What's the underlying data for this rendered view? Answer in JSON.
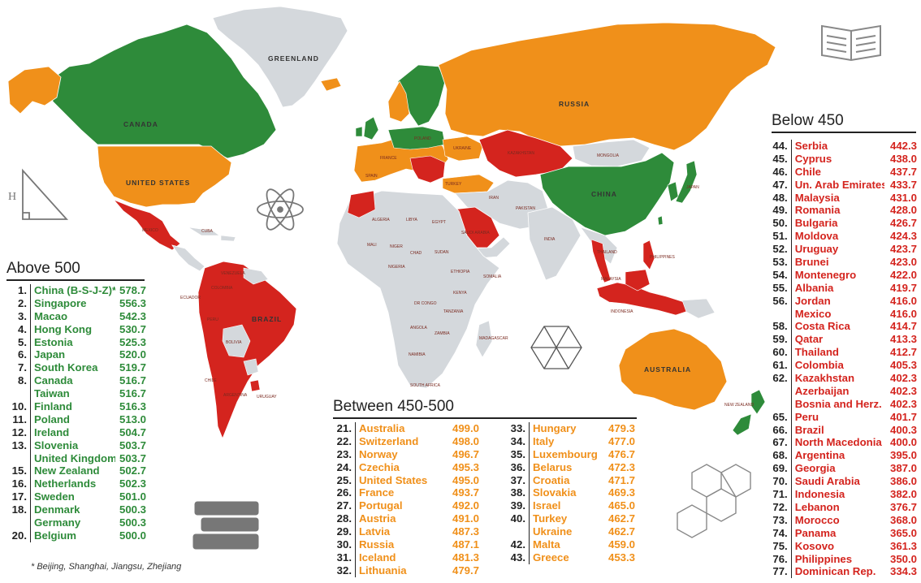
{
  "colors": {
    "above_500": "#2e8b3a",
    "between_450_500": "#f0901a",
    "below_450": "#d4241e",
    "no_data": "#d4d8dc",
    "ocean": "#ffffff"
  },
  "map_labels": {
    "greenland": "GREENLAND",
    "canada": "CANADA",
    "united_states": "UNITED STATES",
    "russia": "RUSSIA",
    "kazakhstan": "KAZAKHSTAN",
    "mongolia": "MONGOLIA",
    "china": "CHINA",
    "brazil": "BRAZIL",
    "australia": "AUSTRALIA",
    "indonesia": "INDONESIA",
    "algeria": "ALGERIA",
    "libya": "LIBYA",
    "egypt": "EGYPT",
    "mali": "MALI",
    "niger": "NIGER",
    "chad": "CHAD",
    "sudan": "SUDAN",
    "nigeria": "NIGERIA",
    "ethiopia": "ETHIOPIA",
    "dr_congo": "DR CONGO",
    "angola": "ANGOLA",
    "south_africa": "SOUTH AFRICA",
    "iran": "IRAN",
    "india": "INDIA",
    "saudi_arabia": "SAUDI ARABIA",
    "turkey": "TURKEY",
    "mexico": "MEXICO",
    "colombia": "COLOMBIA",
    "peru": "PERU",
    "bolivia": "BOLIVIA",
    "chile": "CHILE",
    "argentina": "ARGENTINA",
    "new_zealand": "NEW ZEALAND",
    "japan": "JAPAN",
    "philippines": "PHILIPPINES",
    "spain": "SPAIN",
    "france": "FRANCE",
    "ukraine": "UKRAINE",
    "poland": "POLAND",
    "cuba": "CUBA",
    "venezuela": "VENEZUELA",
    "somalia": "SOMALIA",
    "kenya": "KENYA",
    "tanzania": "TANZANIA",
    "zambia": "ZAMBIA",
    "namibia": "NAMIBIA",
    "madagascar": "MADAGASCAR",
    "uruguay": "URUGUAY",
    "ecuador": "ECUADOR",
    "pakistan": "PAKISTAN",
    "thailand": "THAILAND",
    "malaysia": "MALAYSIA"
  },
  "above_500": {
    "title": "Above 500",
    "rows": [
      {
        "rank": "1.",
        "name": "China (B-S-J-Z)*",
        "score": "578.7"
      },
      {
        "rank": "2.",
        "name": "Singapore",
        "score": "556.3"
      },
      {
        "rank": "3.",
        "name": "Macao",
        "score": "542.3"
      },
      {
        "rank": "4.",
        "name": "Hong Kong",
        "score": "530.7"
      },
      {
        "rank": "5.",
        "name": "Estonia",
        "score": "525.3"
      },
      {
        "rank": "6.",
        "name": "Japan",
        "score": "520.0"
      },
      {
        "rank": "7.",
        "name": "South Korea",
        "score": "519.7"
      },
      {
        "rank": "8.",
        "name": "Canada",
        "score": "516.7"
      },
      {
        "rank": "",
        "name": "Taiwan",
        "score": "516.7"
      },
      {
        "rank": "10.",
        "name": "Finland",
        "score": "516.3"
      },
      {
        "rank": "11.",
        "name": "Poland",
        "score": "513.0"
      },
      {
        "rank": "12.",
        "name": "Ireland",
        "score": "504.7"
      },
      {
        "rank": "13.",
        "name": "Slovenia",
        "score": "503.7"
      },
      {
        "rank": "",
        "name": "United Kingdom",
        "score": "503.7"
      },
      {
        "rank": "15.",
        "name": "New Zealand",
        "score": "502.7"
      },
      {
        "rank": "16.",
        "name": "Netherlands",
        "score": "502.3"
      },
      {
        "rank": "17.",
        "name": "Sweden",
        "score": "501.0"
      },
      {
        "rank": "18.",
        "name": "Denmark",
        "score": "500.3"
      },
      {
        "rank": "",
        "name": "Germany",
        "score": "500.3"
      },
      {
        "rank": "20.",
        "name": "Belgium",
        "score": "500.0"
      }
    ]
  },
  "between_450_500": {
    "title": "Between 450-500",
    "col1": [
      {
        "rank": "21.",
        "name": "Australia",
        "score": "499.0"
      },
      {
        "rank": "22.",
        "name": "Switzerland",
        "score": "498.0"
      },
      {
        "rank": "23.",
        "name": "Norway",
        "score": "496.7"
      },
      {
        "rank": "24.",
        "name": "Czechia",
        "score": "495.3"
      },
      {
        "rank": "25.",
        "name": "United States",
        "score": "495.0"
      },
      {
        "rank": "26.",
        "name": "France",
        "score": "493.7"
      },
      {
        "rank": "27.",
        "name": "Portugal",
        "score": "492.0"
      },
      {
        "rank": "28.",
        "name": "Austria",
        "score": "491.0"
      },
      {
        "rank": "29.",
        "name": "Latvia",
        "score": "487.3"
      },
      {
        "rank": "30.",
        "name": "Russia",
        "score": "487.1"
      },
      {
        "rank": "31.",
        "name": "Iceland",
        "score": "481.3"
      },
      {
        "rank": "32.",
        "name": "Lithuania",
        "score": "479.7"
      }
    ],
    "col2": [
      {
        "rank": "33.",
        "name": "Hungary",
        "score": "479.3"
      },
      {
        "rank": "34.",
        "name": "Italy",
        "score": "477.0"
      },
      {
        "rank": "35.",
        "name": "Luxembourg",
        "score": "476.7"
      },
      {
        "rank": "36.",
        "name": "Belarus",
        "score": "472.3"
      },
      {
        "rank": "37.",
        "name": "Croatia",
        "score": "471.7"
      },
      {
        "rank": "38.",
        "name": "Slovakia",
        "score": "469.3"
      },
      {
        "rank": "39.",
        "name": "Israel",
        "score": "465.0"
      },
      {
        "rank": "40.",
        "name": "Turkey",
        "score": "462.7"
      },
      {
        "rank": "",
        "name": "Ukraine",
        "score": "462.7"
      },
      {
        "rank": "42.",
        "name": "Malta",
        "score": "459.0"
      },
      {
        "rank": "43.",
        "name": "Greece",
        "score": "453.3"
      }
    ]
  },
  "below_450": {
    "title": "Below 450",
    "rows": [
      {
        "rank": "44.",
        "name": "Serbia",
        "score": "442.3"
      },
      {
        "rank": "45.",
        "name": "Cyprus",
        "score": "438.0"
      },
      {
        "rank": "46.",
        "name": "Chile",
        "score": "437.7"
      },
      {
        "rank": "47.",
        "name": "Un. Arab Emirates",
        "score": "433.7"
      },
      {
        "rank": "48.",
        "name": "Malaysia",
        "score": "431.0"
      },
      {
        "rank": "49.",
        "name": "Romania",
        "score": "428.0"
      },
      {
        "rank": "50.",
        "name": "Bulgaria",
        "score": "426.7"
      },
      {
        "rank": "51.",
        "name": "Moldova",
        "score": "424.3"
      },
      {
        "rank": "52.",
        "name": "Uruguay",
        "score": "423.7"
      },
      {
        "rank": "53.",
        "name": "Brunei",
        "score": "423.0"
      },
      {
        "rank": "54.",
        "name": "Montenegro",
        "score": "422.0"
      },
      {
        "rank": "55.",
        "name": "Albania",
        "score": "419.7"
      },
      {
        "rank": "56.",
        "name": "Jordan",
        "score": "416.0"
      },
      {
        "rank": "",
        "name": "Mexico",
        "score": "416.0"
      },
      {
        "rank": "58.",
        "name": "Costa Rica",
        "score": "414.7"
      },
      {
        "rank": "59.",
        "name": "Qatar",
        "score": "413.3"
      },
      {
        "rank": "60.",
        "name": "Thailand",
        "score": "412.7"
      },
      {
        "rank": "61.",
        "name": "Colombia",
        "score": "405.3"
      },
      {
        "rank": "62.",
        "name": "Kazakhstan",
        "score": "402.3"
      },
      {
        "rank": "",
        "name": "Azerbaijan",
        "score": "402.3"
      },
      {
        "rank": "",
        "name": "Bosnia and Herz.",
        "score": "402.3"
      },
      {
        "rank": "65.",
        "name": "Peru",
        "score": "401.7"
      },
      {
        "rank": "66.",
        "name": "Brazil",
        "score": "400.3"
      },
      {
        "rank": "67.",
        "name": "North Macedonia",
        "score": "400.0"
      },
      {
        "rank": "68.",
        "name": "Argentina",
        "score": "395.0"
      },
      {
        "rank": "69.",
        "name": "Georgia",
        "score": "387.0"
      },
      {
        "rank": "70.",
        "name": "Saudi Arabia",
        "score": "386.0"
      },
      {
        "rank": "71.",
        "name": "Indonesia",
        "score": "382.0"
      },
      {
        "rank": "72.",
        "name": "Lebanon",
        "score": "376.7"
      },
      {
        "rank": "73.",
        "name": "Morocco",
        "score": "368.0"
      },
      {
        "rank": "74.",
        "name": "Panama",
        "score": "365.0"
      },
      {
        "rank": "75.",
        "name": "Kosovo",
        "score": "361.3"
      },
      {
        "rank": "76.",
        "name": "Philippines",
        "score": "350.0"
      },
      {
        "rank": "77.",
        "name": "Dominican Rep.",
        "score": "334.3"
      }
    ]
  },
  "footnote": "* Beijing, Shanghai, Jiangsu, Zhejiang",
  "icons": [
    "book-icon",
    "triangle-icon",
    "atom-icon",
    "hexagon-geometry-icon",
    "books-stack-icon",
    "molecule-icon"
  ]
}
